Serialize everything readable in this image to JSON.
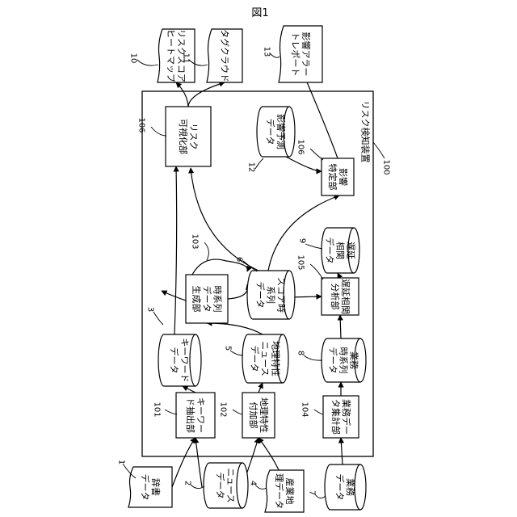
{
  "title": "図1",
  "device": {
    "label": "リスク検知装置",
    "ref": "100"
  },
  "nodes": {
    "dict": {
      "lines": [
        "辞書",
        "データ"
      ],
      "ref": "1"
    },
    "news": {
      "lines": [
        "ニュース",
        "データ"
      ],
      "ref": "2"
    },
    "geo": {
      "lines": [
        "産業地",
        "理データ"
      ],
      "ref": "4"
    },
    "biz": {
      "lines": [
        "業務",
        "データ"
      ],
      "ref": "7"
    },
    "kwx": {
      "lines": [
        "キーワー",
        "ド抽出部"
      ],
      "ref": "101"
    },
    "geoadd": {
      "lines": [
        "地理特性",
        "付加部"
      ],
      "ref": "102"
    },
    "bizagg": {
      "lines": [
        "業務デー",
        "タ集計部"
      ],
      "ref": "104"
    },
    "kwdata": {
      "lines": [
        "キーワード",
        "データ"
      ],
      "ref": "3"
    },
    "geonews": {
      "lines": [
        "地理特性",
        "ニュース",
        "データ"
      ],
      "ref": "5"
    },
    "biztime": {
      "lines": [
        "業務",
        "時系列",
        "データ"
      ],
      "ref": "8"
    },
    "tsgen": {
      "lines": [
        "時系列",
        "データ",
        "生成部"
      ],
      "ref": "103"
    },
    "score": {
      "lines": [
        "スコア時",
        "系列",
        "データ"
      ],
      "ref": "6"
    },
    "delay": {
      "lines": [
        "遅延相関",
        "分析部"
      ],
      "ref": "105"
    },
    "corr": {
      "lines": [
        "遅延",
        "相関",
        "データ"
      ],
      "ref": "9"
    },
    "impact": {
      "lines": [
        "影響",
        "特定部"
      ],
      "ref": "106"
    },
    "forecast": {
      "lines": [
        "影響予測",
        "データ"
      ],
      "ref": "12"
    },
    "vis": {
      "lines": [
        "リスク",
        "可視化部"
      ],
      "ref": "106"
    },
    "heatmap": {
      "lines": [
        "リスクスコア",
        "ヒートマップ"
      ],
      "ref": "10"
    },
    "cloud": {
      "lines": [
        "タグクラウド"
      ],
      "ref": "11"
    },
    "alert": {
      "lines": [
        "影響アラー",
        "トレポート"
      ],
      "ref": "13"
    }
  }
}
